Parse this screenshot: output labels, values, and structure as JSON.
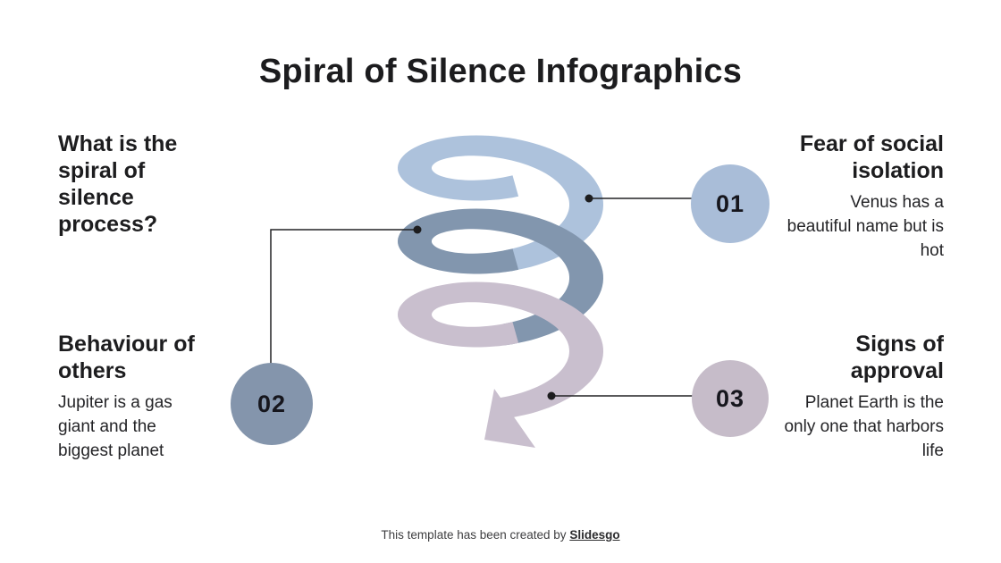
{
  "title": "Spiral of Silence Infographics",
  "question": {
    "heading": "What is the spiral of silence process?"
  },
  "steps": [
    {
      "number": "01",
      "heading": "Fear of social isolation",
      "body": "Venus has a beautiful name but is hot",
      "color": "#a9bdd8"
    },
    {
      "number": "02",
      "heading": "Behaviour of others",
      "body": "Jupiter is a gas giant and the biggest planet",
      "color": "#8495ac"
    },
    {
      "number": "03",
      "heading": "Signs of approval",
      "body": "Planet Earth is the only one that harbors life",
      "color": "#c6bcc9"
    }
  ],
  "spiral": {
    "turn1_color": "#adc2dc",
    "turn2_color": "#8296ae",
    "turn3_color": "#c9bfce"
  },
  "footer": {
    "text": "This template has been created by",
    "brand": "Slidesgo"
  }
}
